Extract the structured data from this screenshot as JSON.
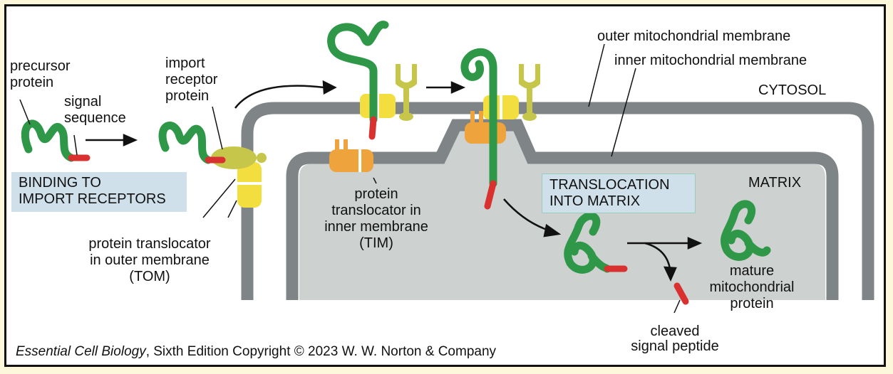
{
  "labels": {
    "precursor_protein": "precursor\nprotein",
    "signal_sequence": "signal\nsequence",
    "import_receptor": "import\nreceptor\nprotein",
    "tom": "protein translocator\nin outer membrane\n(TOM)",
    "tim": "protein\ntranslocator in\ninner membrane\n(TIM)",
    "outer_membrane": "outer mitochondrial membrane",
    "inner_membrane": "inner mitochondrial membrane",
    "cytosol": "CYTOSOL",
    "matrix": "MATRIX",
    "mature_protein": "mature\nmitochondrial\nprotein",
    "cleaved_peptide": "cleaved\nsignal peptide"
  },
  "boxes": {
    "binding": "BINDING TO\nIMPORT RECEPTORS",
    "translocation": "TRANSLOCATION\nINTO MATRIX"
  },
  "credit": {
    "book_title": "Essential Cell Biology",
    "rest": ", Sixth Edition Copyright © 2023 W. W. Norton & Company"
  },
  "colors": {
    "background": "#fdf7dc",
    "membrane": "#7f8487",
    "matrix": "#cdd1cf",
    "protein": "#2e9848",
    "signal": "#d8312f",
    "tom": "#f2df3f",
    "receptor": "#c6c64a",
    "tim": "#eea33c",
    "label_box": "#cfe0ea"
  }
}
